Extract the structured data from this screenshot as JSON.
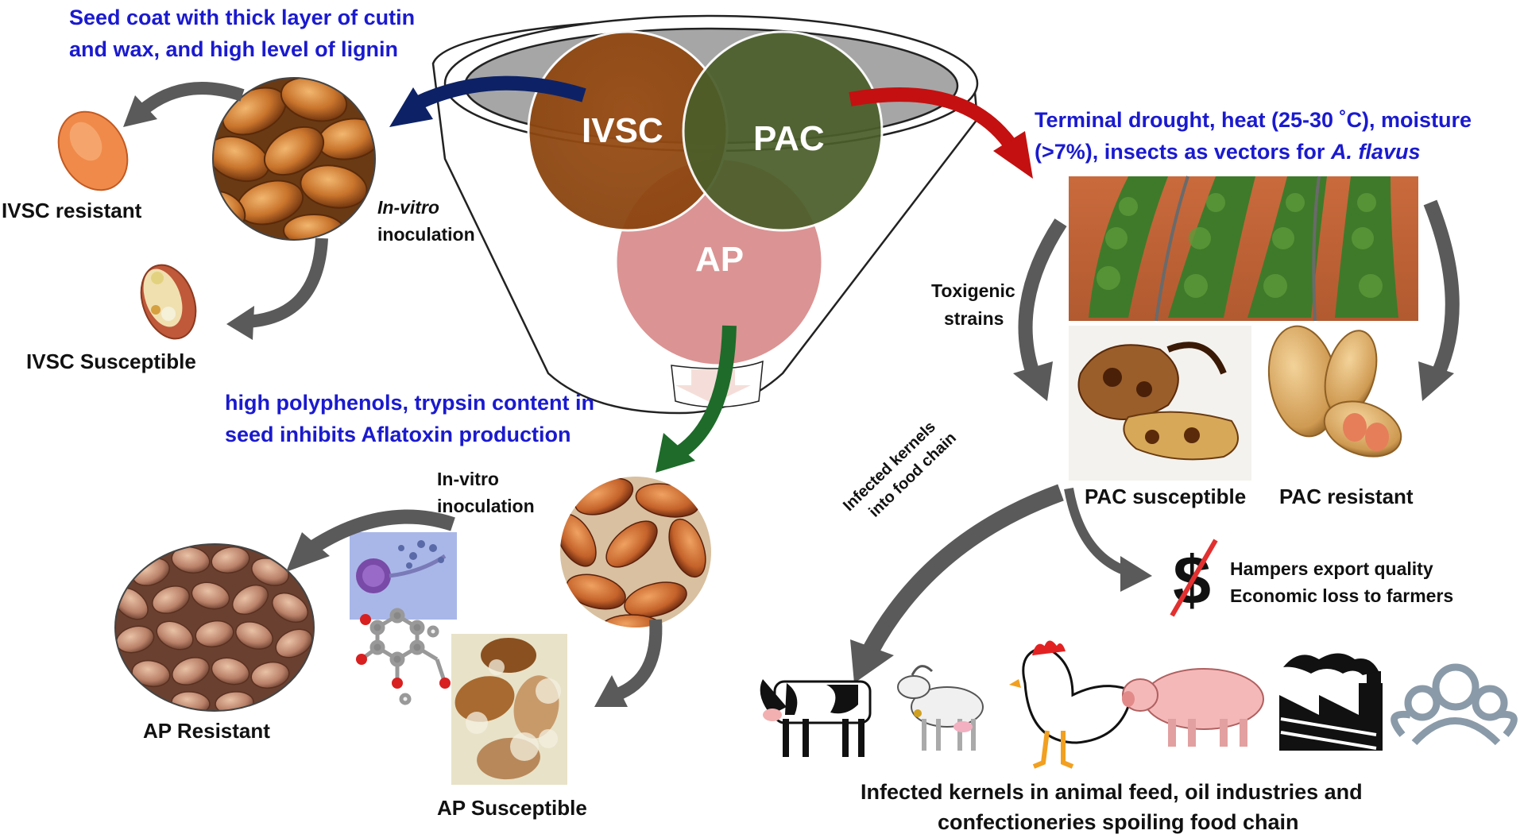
{
  "funnel": {
    "circle_ivsc": "IVSC",
    "circle_pac": "PAC",
    "circle_ap": "AP"
  },
  "ivsc": {
    "description_line1": "Seed coat with thick layer of cutin",
    "description_line2": "and wax, and high level of lignin",
    "inoculation_italic": "In-vitro",
    "inoculation_rest": "inoculation",
    "resistant_label": "IVSC resistant",
    "susceptible_label": "IVSC Susceptible"
  },
  "pac": {
    "description_line1": "Terminal drought, heat (25-30 ˚C), moisture",
    "description_line2_plain": "(>7%), insects as vectors for",
    "description_line2_italic": "A. flavus",
    "toxigenic_line1": "Toxigenic",
    "toxigenic_line2": "strains",
    "susceptible_label": "PAC susceptible",
    "resistant_label": "PAC resistant",
    "food_chain_line1": "Infected kernels",
    "food_chain_line2": "into food chain",
    "economic_line1": "Hampers export quality",
    "economic_line2": "Economic loss to farmers",
    "bottom_line1": "Infected kernels in animal feed, oil industries and",
    "bottom_line2": "confectioneries spoiling food chain"
  },
  "ap": {
    "description_line1": "high polyphenols, trypsin content in",
    "description_line2": "seed inhibits Aflatoxin production",
    "inoculation_line1": "In-vitro",
    "inoculation_line2": "inoculation",
    "resistant_label": "AP Resistant",
    "susceptible_label": "AP Susceptible"
  },
  "colors": {
    "ivsc_circle": "#8b4513",
    "pac_circle": "#4b5e2a",
    "ap_circle": "#d88a8a",
    "blue_text": "#1a1acf",
    "navy_arrow": "#0d2266",
    "red_arrow": "#c41010",
    "green_arrow": "#1e6b2a",
    "gray_arrow": "#5a5a5a"
  }
}
